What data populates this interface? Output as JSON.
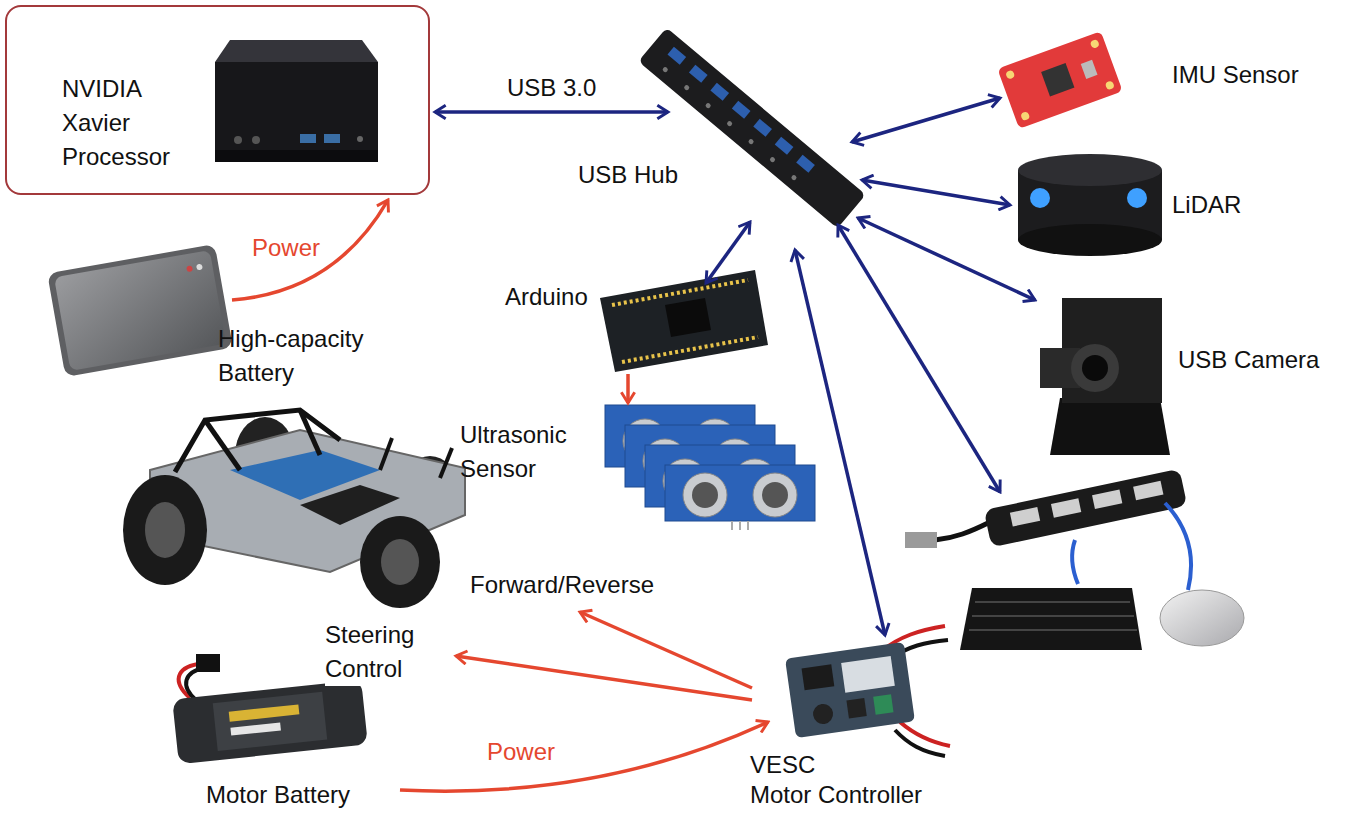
{
  "diagram": {
    "nodes": [
      {
        "text": [
          "NVIDIA Xavier Processor"
        ]
      },
      {
        "text": [
          "High-capacity Battery"
        ]
      },
      {
        "text": [
          "USB Hub"
        ]
      },
      {
        "text": [
          "IMU Sensor"
        ]
      },
      {
        "text": [
          "LiDAR"
        ]
      },
      {
        "text": [
          "USB Camera"
        ]
      },
      {
        "text": [
          "Arduino"
        ]
      },
      {
        "text": [
          "Ultrasonic Sensor"
        ]
      },
      {
        "text": [
          "Forward/Reverse"
        ]
      },
      {
        "text": [
          "Steering Control"
        ]
      },
      {
        "text": [
          "Motor Battery"
        ]
      },
      {
        "text": [
          "VESC",
          "Motor Controller"
        ]
      }
    ],
    "edges": [
      {
        "from": 0,
        "to": 2,
        "arrow": "both",
        "label": "USB 3.0"
      },
      {
        "from": 1,
        "to": 0,
        "arrow": "to",
        "label": "Power"
      },
      {
        "from": 2,
        "to": 3,
        "arrow": "both"
      },
      {
        "from": 2,
        "to": 4,
        "arrow": "both"
      },
      {
        "from": 2,
        "to": 5,
        "arrow": "both"
      },
      {
        "from": 2,
        "to": 6,
        "arrow": "both"
      },
      {
        "from": 2,
        "to": 11,
        "arrow": "both"
      },
      {
        "from": 6,
        "to": 7,
        "arrow": "to"
      },
      {
        "from": 11,
        "to": 8,
        "arrow": "to"
      },
      {
        "from": 11,
        "to": 9,
        "arrow": "to"
      },
      {
        "from": 10,
        "to": 11,
        "arrow": "to",
        "label": "Power"
      }
    ]
  }
}
